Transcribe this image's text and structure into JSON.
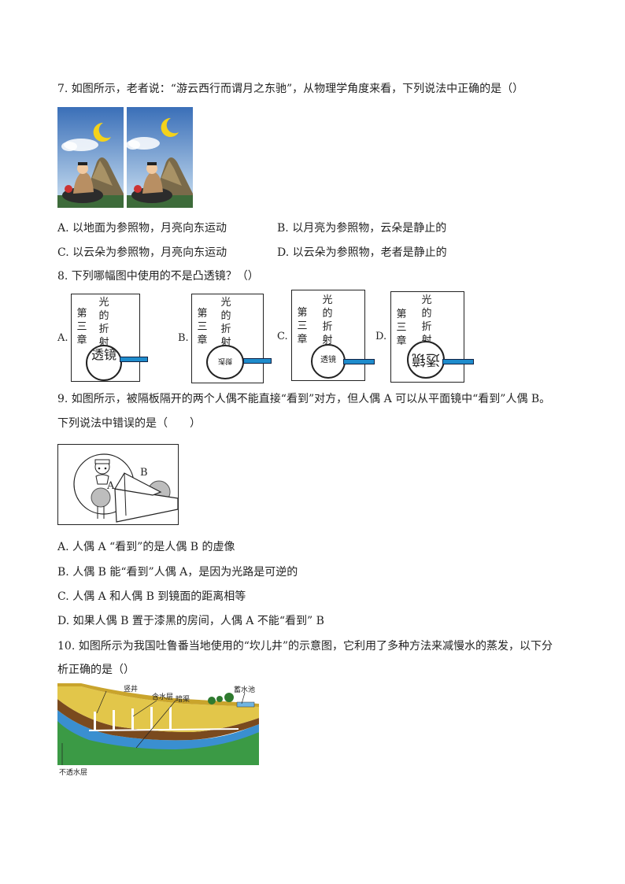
{
  "q7": {
    "stem": "7. 如图所示，老者说：“游云西行而谓月之东驰”，从物理学角度来看，下列说法中正确的是（）",
    "options": {
      "A": "A. 以地面为参照物，月亮向东运动",
      "B": "B. 以月亮为参照物，云朵是静止的",
      "C": "C. 以云朵为参照物，月亮向东运动",
      "D": "D. 以云朵为参照物，老者是静止的"
    }
  },
  "q8": {
    "stem": "8. 下列哪幅图中使用的不是凸透镜？（）",
    "book_col1": "第三章",
    "book_col2": "光的折射",
    "lens_text": "透镜",
    "labels": [
      "A.",
      "B.",
      "C.",
      "D."
    ]
  },
  "q9": {
    "stem_line1": "9. 如图所示，被隔板隔开的两个人偶不能直接“看到”对方，但人偶 A 可以从平面镜中“看到”人偶 B。",
    "stem_line2": "下列说法中错误的是（　　）",
    "figure_labels": {
      "a": "A",
      "b": "B"
    },
    "options": {
      "A": "A. 人偶 A “看到”的是人偶 B 的虚像",
      "B": "B. 人偶 B 能“看到”人偶 A，是因为光路是可逆的",
      "C": "C. 人偶 A 和人偶 B 到镜面的距离相等",
      "D": "D. 如果人偶 B 置于漆黑的房间，人偶 A 不能“看到” B"
    }
  },
  "q10": {
    "stem_line1": "10. 如图所示为我国吐鲁番当地使用的“坎儿井”的示意图，它利用了多种方法来减慢水的蒸发，以下分",
    "stem_line2": "析正确的是（）",
    "figure_labels": {
      "shaft": "竖井",
      "aquifer": "含水层",
      "channel": "暗渠",
      "pond": "蓄水池",
      "impermeable": "不透水层"
    }
  }
}
